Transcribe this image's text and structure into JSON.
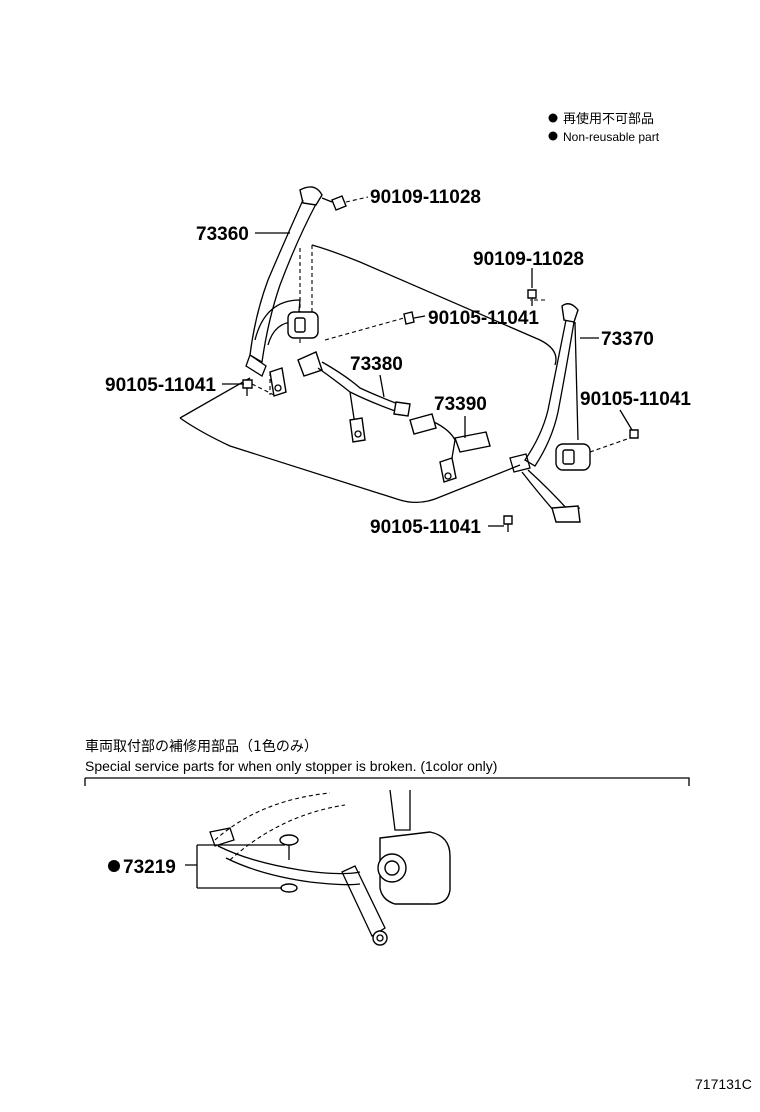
{
  "legend": {
    "jp": "再使用不可部品",
    "en": "Non-reusable part"
  },
  "parts": {
    "p73360": "73360",
    "p73370": "73370",
    "p73380": "73380",
    "p73390": "73390",
    "p90109_a": "90109-11028",
    "p90109_b": "90109-11028",
    "p90105_a": "90105-11041",
    "p90105_b": "90105-11041",
    "p90105_c": "90105-11041",
    "p90105_d": "90105-11041",
    "p73219": "73219"
  },
  "service": {
    "caption_jp": "車両取付部の補修用部品（1色のみ）",
    "caption_en": "Special service parts for when only stopper is broken. (1color only)"
  },
  "figure_id": "717131C"
}
